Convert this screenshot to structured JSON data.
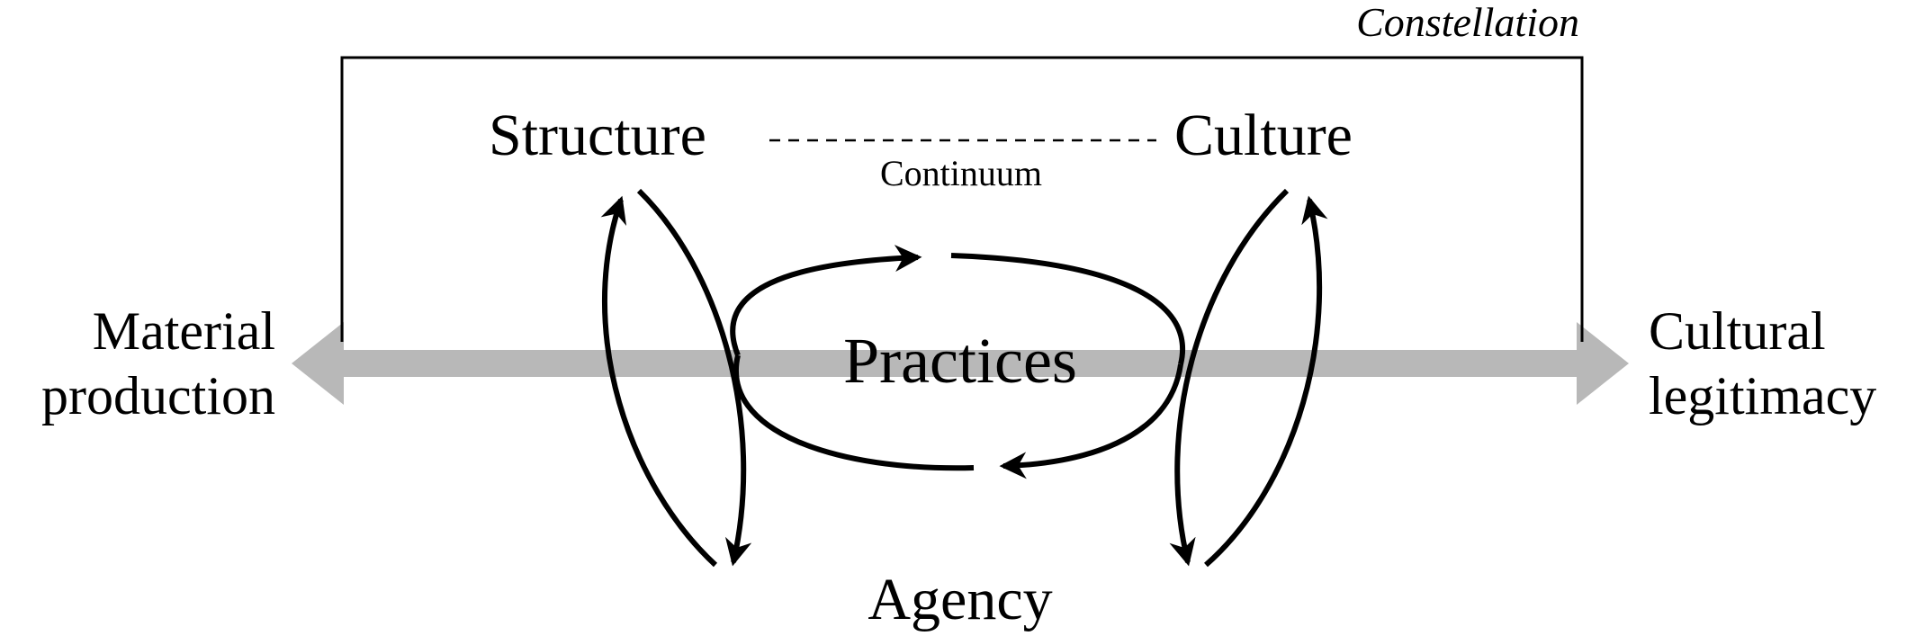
{
  "diagram": {
    "constellation": "Constellation",
    "structure": "Structure",
    "culture": "Culture",
    "continuum": "Continuum",
    "practices": "Practices",
    "agency": "Agency",
    "material_line1": "Material",
    "material_line2": "production",
    "cultural_line1": "Cultural",
    "cultural_line2": "legitimacy"
  },
  "colors": {
    "axis_arrow": "#b8b8b8",
    "stroke": "#000000",
    "background": "#ffffff"
  }
}
